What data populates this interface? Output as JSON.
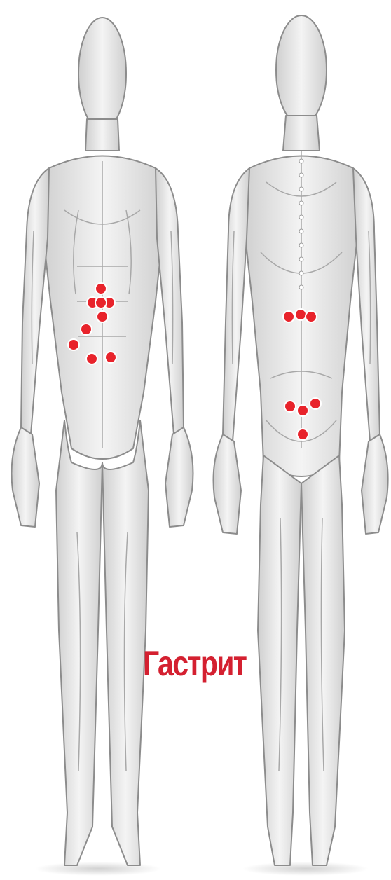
{
  "caption": "Гастрит",
  "colors": {
    "point": "#e8232b",
    "point_ring": "#ffffff",
    "caption": "#d42030",
    "skin_light": "#f2f2f2",
    "skin_mid": "#d9d9d9",
    "outline": "#8c8c8c"
  },
  "figures": [
    {
      "name": "front-body-figure",
      "view": "front"
    },
    {
      "name": "back-body-figure",
      "view": "back"
    }
  ],
  "points": {
    "front_abdomen": 9,
    "back_lower": 3,
    "back_sacral": 4
  }
}
